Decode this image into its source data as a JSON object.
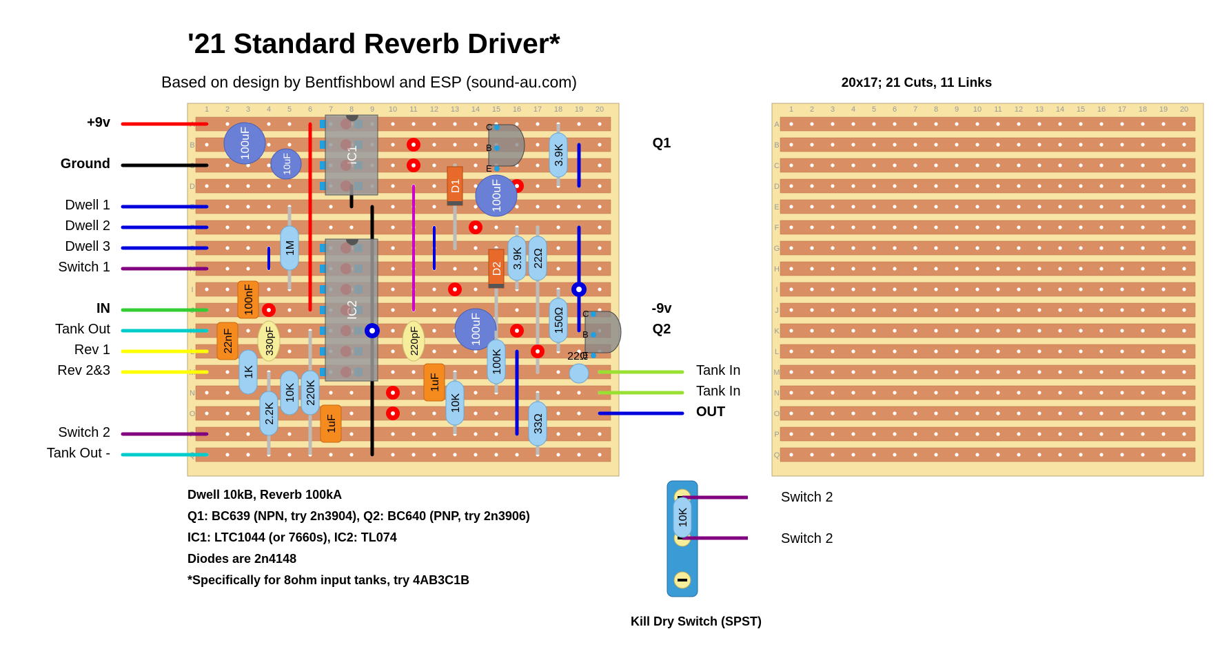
{
  "title": "'21 Standard Reverb Driver*",
  "subtitle": "Based on design by Bentfishbowl and ESP (sound-au.com)",
  "board_label": "20x17; 21 Cuts, 11 Links",
  "columns": [
    "1",
    "2",
    "3",
    "4",
    "5",
    "6",
    "7",
    "8",
    "9",
    "10",
    "11",
    "12",
    "13",
    "14",
    "15",
    "16",
    "17",
    "18",
    "19",
    "20"
  ],
  "rows": [
    "A",
    "B",
    "C",
    "D",
    "E",
    "F",
    "G",
    "H",
    "I",
    "J",
    "K",
    "L",
    "M",
    "N",
    "O",
    "P",
    "Q"
  ],
  "left_wires": [
    {
      "label": "+9v",
      "row": "A",
      "color": "#ff0000",
      "bold": true
    },
    {
      "label": "Ground",
      "row": "C",
      "color": "#000000",
      "bold": true
    },
    {
      "label": "Dwell 1",
      "row": "E",
      "color": "#0000dd",
      "bold": false
    },
    {
      "label": "Dwell 2",
      "row": "F",
      "color": "#0000dd",
      "bold": false
    },
    {
      "label": "Dwell 3",
      "row": "G",
      "color": "#0000dd",
      "bold": false
    },
    {
      "label": "Switch 1",
      "row": "H",
      "color": "#800080",
      "bold": false
    },
    {
      "label": "IN",
      "row": "J",
      "color": "#33cc33",
      "bold": true
    },
    {
      "label": "Tank Out",
      "row": "K",
      "color": "#00cccc",
      "bold": false
    },
    {
      "label": "Rev 1",
      "row": "L",
      "color": "#ffff00",
      "bold": false
    },
    {
      "label": "Rev 2&3",
      "row": "M",
      "color": "#ffff00",
      "bold": false
    },
    {
      "label": "Switch 2",
      "row": "P",
      "color": "#800080",
      "bold": false
    },
    {
      "label": "Tank Out -",
      "row": "Q",
      "color": "#00cccc",
      "bold": false
    }
  ],
  "right_labels": [
    {
      "label": "Q1",
      "row": "B",
      "bold": true
    },
    {
      "label": "-9v",
      "row": "J",
      "bold": true
    },
    {
      "label": "Q2",
      "row": "K",
      "bold": true
    }
  ],
  "right_wires": [
    {
      "label": "Tank In",
      "row": "M",
      "color": "#99e033",
      "bold": false
    },
    {
      "label": "Tank In",
      "row": "N",
      "color": "#99e033",
      "bold": false
    },
    {
      "label": "OUT",
      "row": "O",
      "color": "#0000dd",
      "bold": true
    }
  ],
  "ic_labels": [
    "IC1",
    "IC2"
  ],
  "transistor_pins": [
    "C",
    "B",
    "E"
  ],
  "diode_labels": [
    "D1",
    "D2"
  ],
  "electrolytics": [
    "100uF",
    "10uF",
    "100uF",
    "100uF"
  ],
  "film_caps": [
    "100nF",
    "22nF",
    "1uF",
    "1uF"
  ],
  "ceramic_caps": [
    "330pF",
    "220pF"
  ],
  "resistors": [
    "3.9K",
    "1M",
    "3.9K",
    "22Ω",
    "150Ω",
    "22Ω",
    "1K",
    "2.2K",
    "10K",
    "220K",
    "10K",
    "100K",
    "33Ω",
    "10K"
  ],
  "notes": [
    "Dwell 10kB, Reverb 100kA",
    "Q1:  BC639 (NPN, try 2n3904), Q2:  BC640 (PNP, try 2n3906)",
    "IC1:  LTC1044 (or 7660s), IC2:  TL074",
    "Diodes are 2n4148",
    "*Specifically for 8ohm input tanks, try 4AB3C1B"
  ],
  "switch": {
    "label": "Kill Dry Switch (SPST)",
    "resistor": "10K",
    "lugs": [
      "Switch 2",
      "Switch 2"
    ]
  },
  "colors": {
    "board": "#f8e5a6",
    "strip": "#d98e63",
    "hole": "#ffffff",
    "cut": "#ff0000",
    "link_blue": "#0000dd",
    "link_red": "#ff0000",
    "link_black": "#000000",
    "link_magenta": "#cc00cc",
    "electrolytic": "#6a7fd6",
    "film_cap": "#f58a1f",
    "ceramic_cap": "#f6ee9a",
    "resistor": "#9dd0f2",
    "ic": "#9b9b9b",
    "ic_pin": "#1fa0e0",
    "switch_body": "#3a9bd5"
  }
}
